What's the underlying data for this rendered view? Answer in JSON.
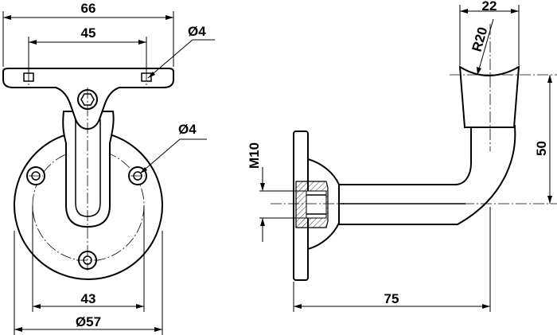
{
  "front_view": {
    "dim_plate_width": "66",
    "dim_hole_spacing": "45",
    "dim_plate_hole_dia": "Ø4",
    "dim_rosette_hole_dia": "Ø4",
    "dim_rosette_bolt_circle": "43",
    "dim_rosette_dia": "Ø57"
  },
  "side_view": {
    "dim_saddle_width": "22",
    "dim_saddle_radius": "R20",
    "dim_thread": "M10",
    "dim_height": "50",
    "dim_projection": "75"
  }
}
